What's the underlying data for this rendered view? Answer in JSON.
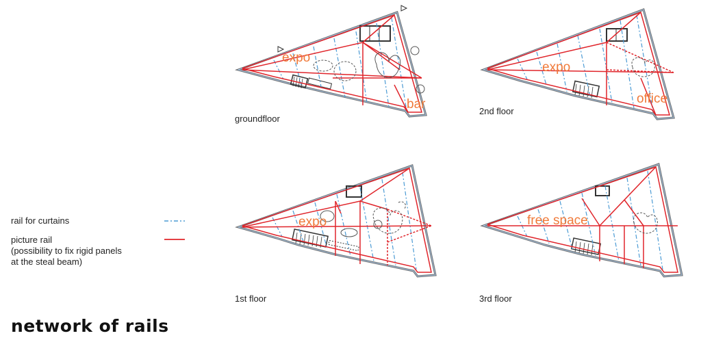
{
  "title": "network of rails",
  "legend": {
    "curtain_rail": {
      "label": "rail for curtains",
      "color": "#4a9ad4"
    },
    "picture_rail": {
      "label_line1": "picture rail",
      "label_line2": "(possibility to fix rigid panels",
      "label_line3": "at the steal  beam)",
      "color": "#e0242a"
    }
  },
  "plans": {
    "groundfloor": {
      "caption": "groundfloor",
      "rooms": [
        "expo",
        "bar"
      ]
    },
    "floor2": {
      "caption": "2nd floor",
      "rooms": [
        "expo",
        "office"
      ]
    },
    "floor1": {
      "caption": "1st floor",
      "rooms": [
        "expo"
      ]
    },
    "floor3": {
      "caption": "3rd floor",
      "rooms": [
        "free space"
      ]
    }
  },
  "colors": {
    "wall": "#6b6b6b",
    "room_label": "#f07a3a"
  }
}
